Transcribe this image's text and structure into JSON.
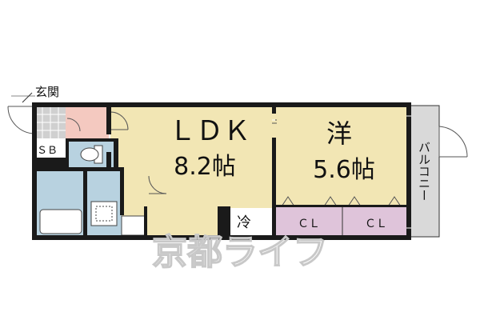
{
  "labels": {
    "entrance": "玄関",
    "shoebox": "ＳＢ",
    "ldk_name": "ＬＤＫ",
    "ldk_size": "8.2帖",
    "western_name": "洋",
    "western_size": "5.6帖",
    "fridge": "冷",
    "closet_1": "ＣＬ",
    "closet_2": "ＣＬ",
    "balcony": "バルコニー"
  },
  "watermark": "京都ライフ",
  "colors": {
    "wall": "#1a1a1a",
    "ldk_floor": "#f2e6b4",
    "western_floor": "#f2e6b4",
    "water_area": "#b8d2e0",
    "genkan_tile": "#d0d0d0",
    "hall_pink": "#f4c9c0",
    "closet": "#dfc4da",
    "balcony": "#d9d9d9"
  }
}
